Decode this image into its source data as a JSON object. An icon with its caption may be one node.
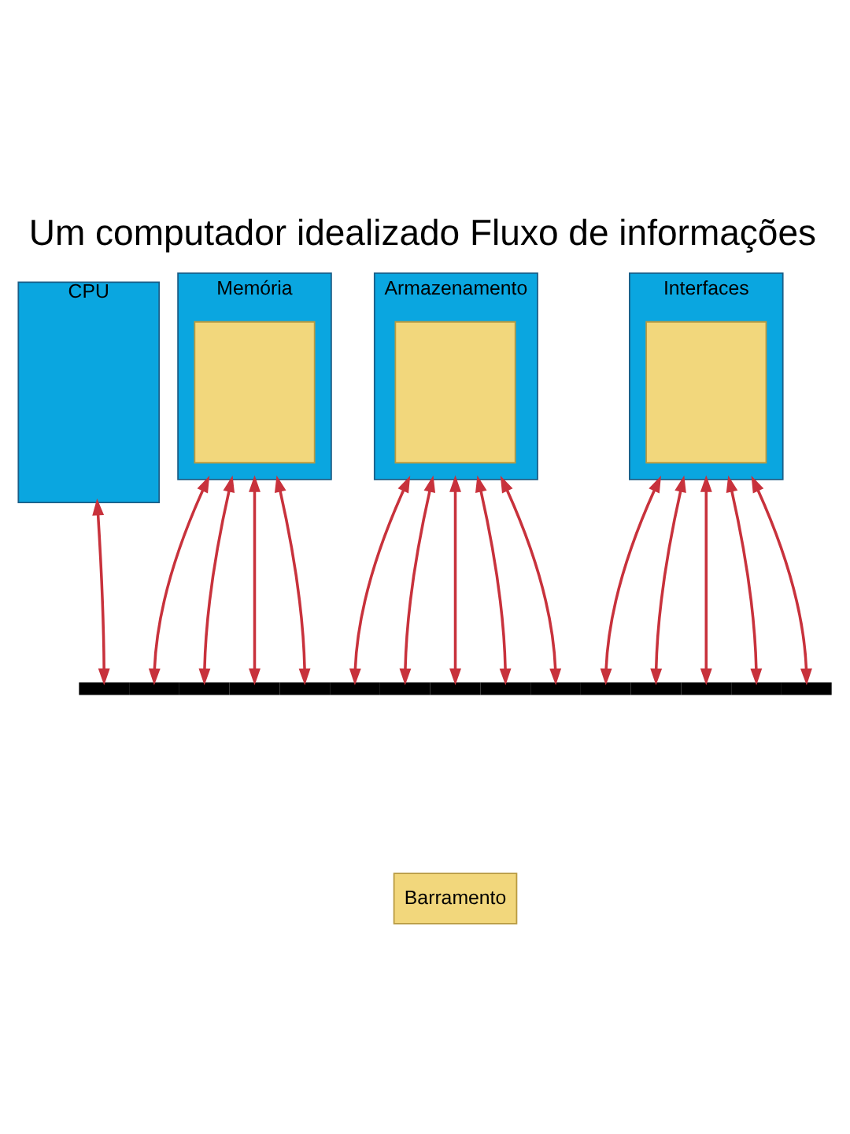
{
  "diagram": {
    "title": "Um computador idealizado Fluxo de informações",
    "nodes": [
      {
        "text": [
          "CPU"
        ]
      },
      {
        "text": [
          "Memória"
        ]
      },
      {
        "text": [],
        "shape": "box",
        "in": 1
      },
      {
        "text": [
          "Armazenamento"
        ]
      },
      {
        "text": [],
        "shape": "box",
        "in": 3
      },
      {
        "text": [
          "Interfaces"
        ]
      },
      {
        "text": [],
        "shape": "box",
        "in": 5
      },
      {
        "text": [],
        "shape": "bar"
      },
      {
        "text": [
          "Barramento"
        ]
      }
    ],
    "edges": [
      {
        "from": 0,
        "to": 7,
        "arrow": "both"
      },
      {
        "from": 1,
        "to": 7,
        "arrow": "both"
      },
      {
        "from": 1,
        "to": 7,
        "arrow": "both"
      },
      {
        "from": 1,
        "to": 7,
        "arrow": "both"
      },
      {
        "from": 1,
        "to": 7,
        "arrow": "both"
      },
      {
        "from": 3,
        "to": 7,
        "arrow": "both"
      },
      {
        "from": 3,
        "to": 7,
        "arrow": "both"
      },
      {
        "from": 3,
        "to": 7,
        "arrow": "both"
      },
      {
        "from": 3,
        "to": 7,
        "arrow": "both"
      },
      {
        "from": 3,
        "to": 7,
        "arrow": "both"
      },
      {
        "from": 5,
        "to": 7,
        "arrow": "both"
      },
      {
        "from": 5,
        "to": 7,
        "arrow": "both"
      },
      {
        "from": 5,
        "to": 7,
        "arrow": "both"
      },
      {
        "from": 5,
        "to": 7,
        "arrow": "both"
      },
      {
        "from": 5,
        "to": 7,
        "arrow": "both"
      }
    ]
  }
}
